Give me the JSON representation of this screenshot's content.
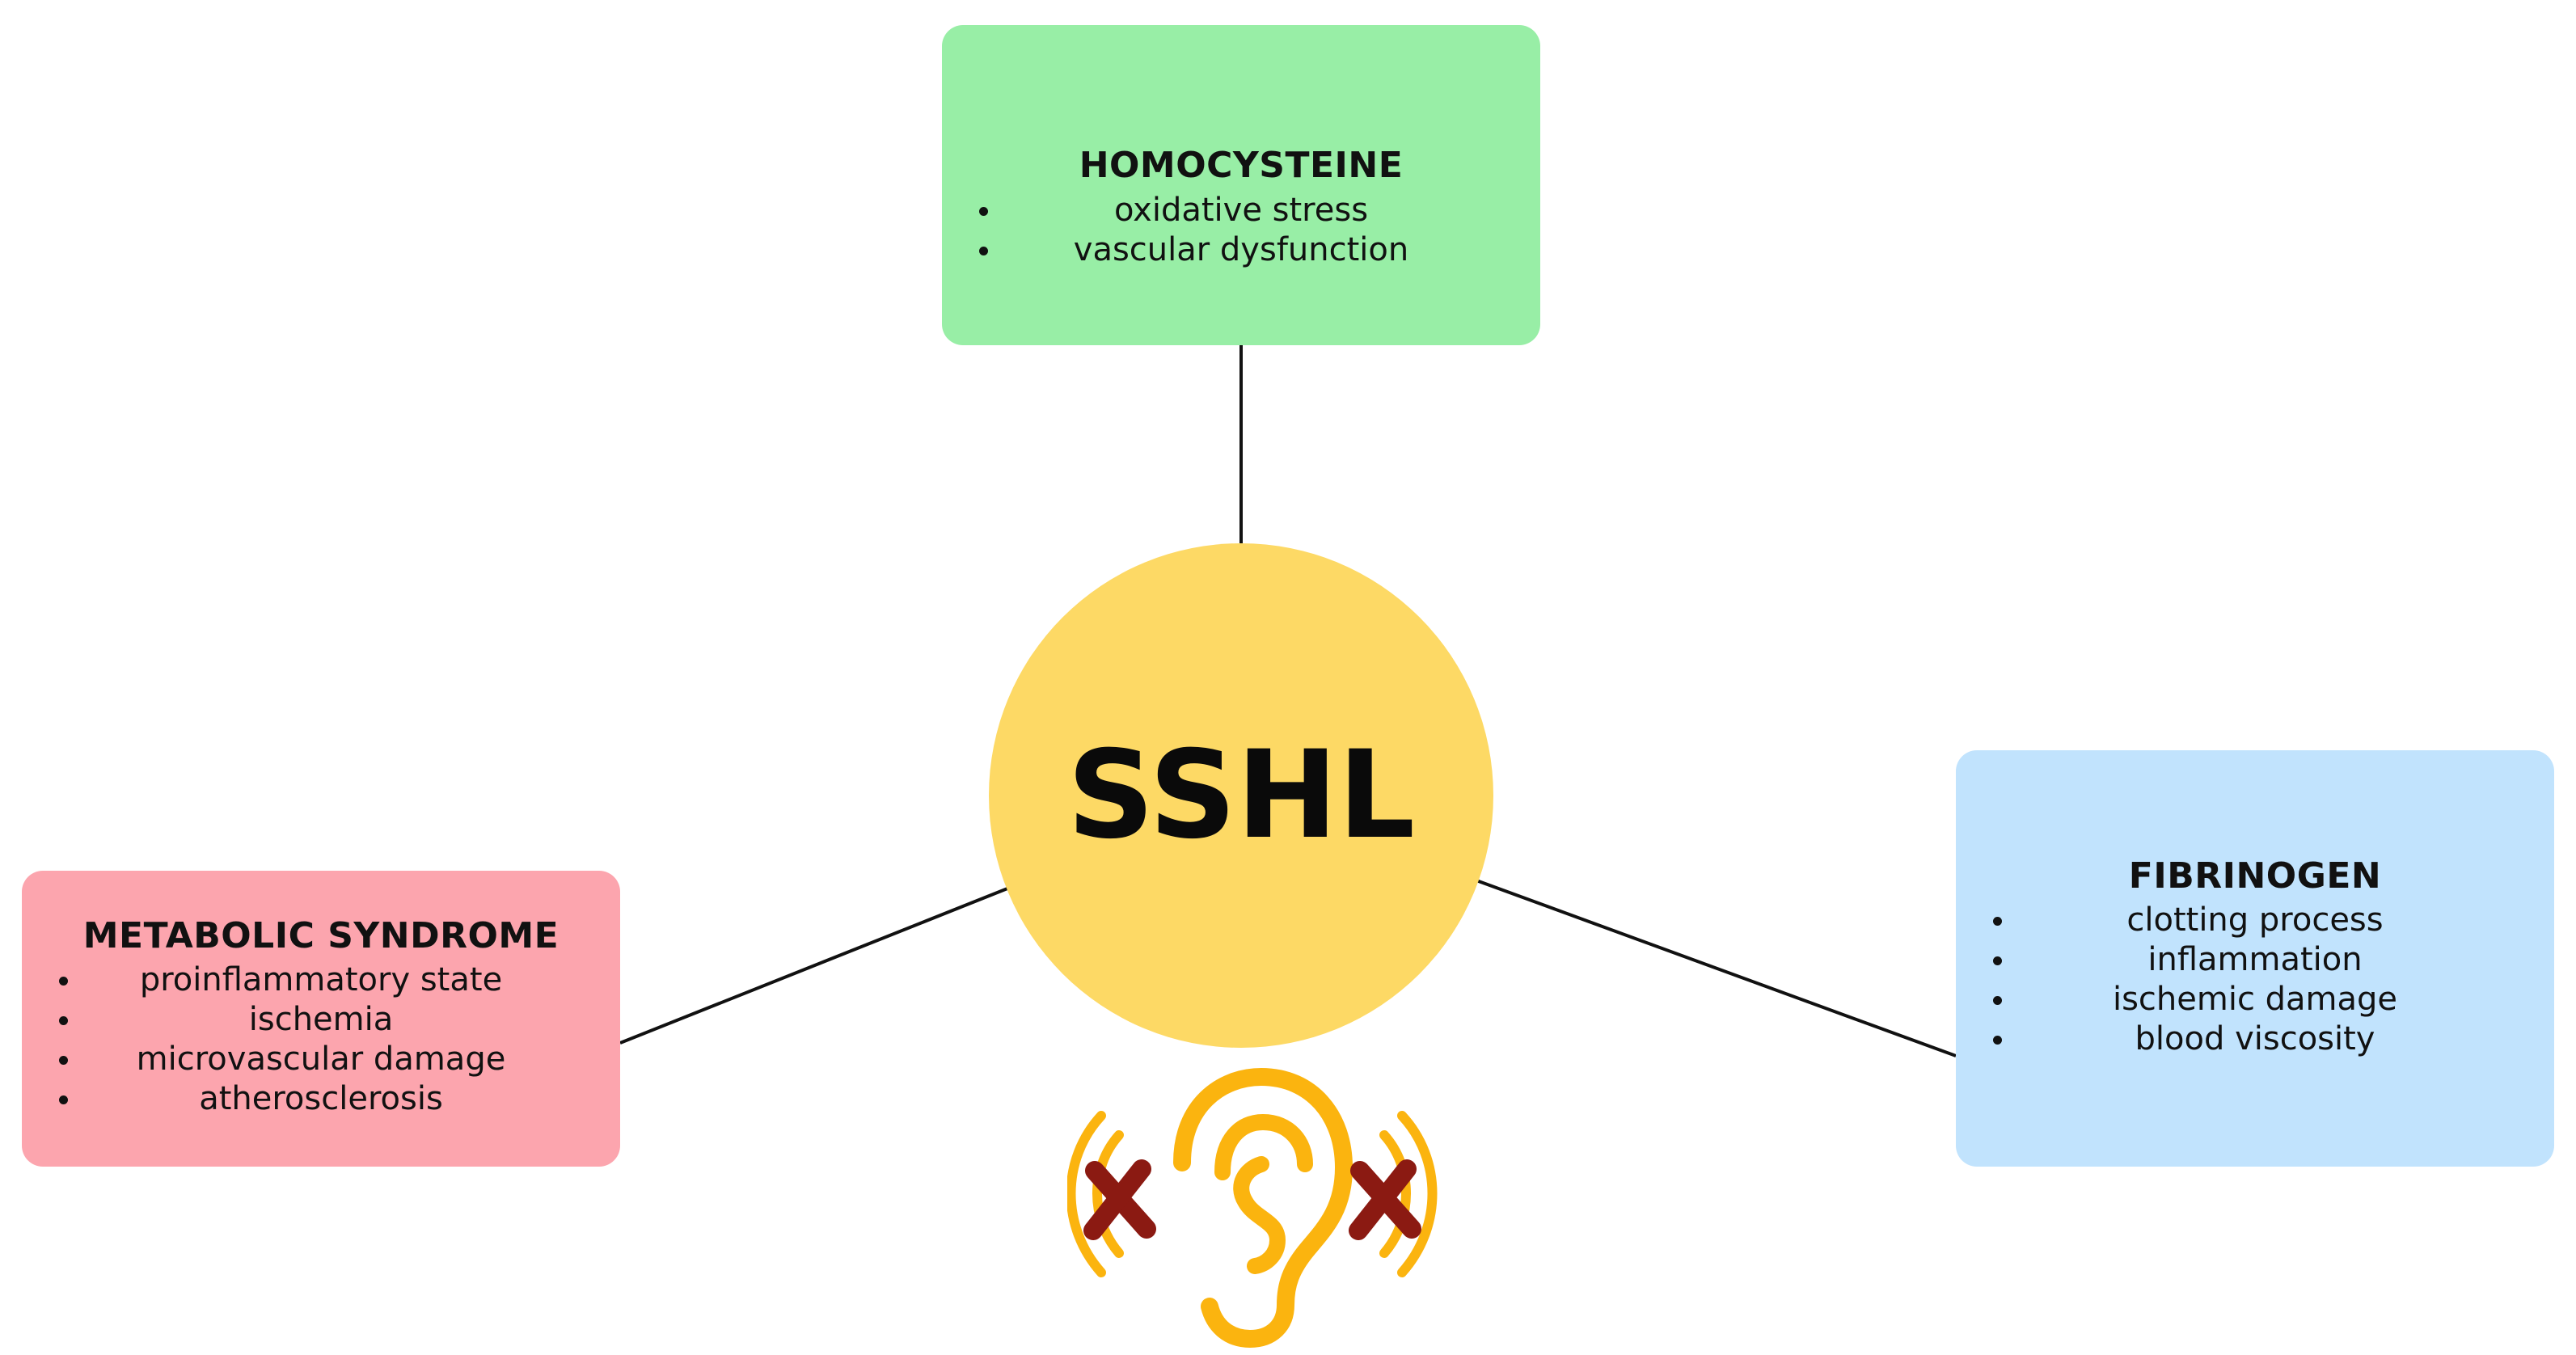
{
  "center": {
    "label": "SSHL",
    "color": "#fdd965"
  },
  "boxes": {
    "homocysteine": {
      "title": "HOMOCYSTEINE",
      "color": "#98eea6",
      "items": [
        "oxidative stress",
        "vascular dysfunction"
      ]
    },
    "metabolic_syndrome": {
      "title": "METABOLIC SYNDROME",
      "color": "#fca5ae",
      "items": [
        "proinflammatory state",
        "ischemia",
        "microvascular damage",
        "atherosclerosis"
      ]
    },
    "fibrinogen": {
      "title": "FIBRINOGEN",
      "color": "#c1e3fd",
      "items": [
        "clotting process",
        "inflammation",
        "ischemic damage",
        "blood viscosity"
      ]
    }
  },
  "icons": {
    "ear": "ear-icon",
    "hearing_loss_marks": "x-mark-icon",
    "ear_color": "#fbb40f",
    "x_color": "#8b1a12"
  }
}
